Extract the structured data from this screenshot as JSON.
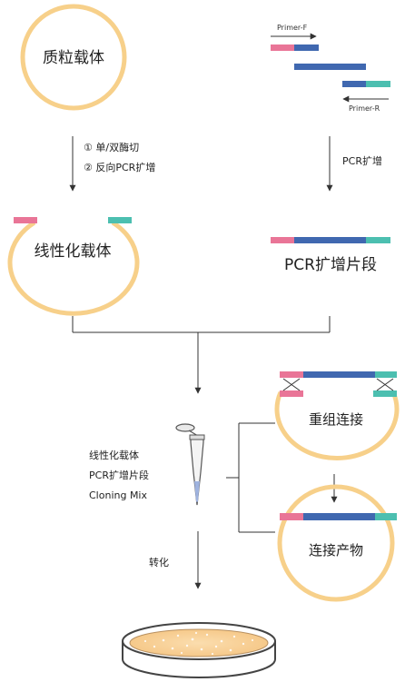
{
  "labels": {
    "plasmid_vector": "质粒载体",
    "primer_f": "Primer-F",
    "primer_r": "Primer-R",
    "step1_line1": "① 单/双酶切",
    "step1_line2": "② 反向PCR扩增",
    "pcr_amplify": "PCR扩增",
    "linear_vector": "线性化载体",
    "pcr_fragment": "PCR扩增片段",
    "recombination": "重组连接",
    "ligation_product": "连接产物",
    "mix_line1": "线性化载体",
    "mix_line2": "PCR扩增片段",
    "mix_line3": "Cloning Mix",
    "transform": "转化"
  },
  "colors": {
    "ring": "#F7D08A",
    "homology_left": "#E97597",
    "insert": "#4068B0",
    "homology_right": "#4CBFB0",
    "line": "#333333",
    "dish_agar": "#FBD9A5"
  },
  "icons": [
    "microcentrifuge-tube-icon",
    "petri-dish-icon"
  ]
}
